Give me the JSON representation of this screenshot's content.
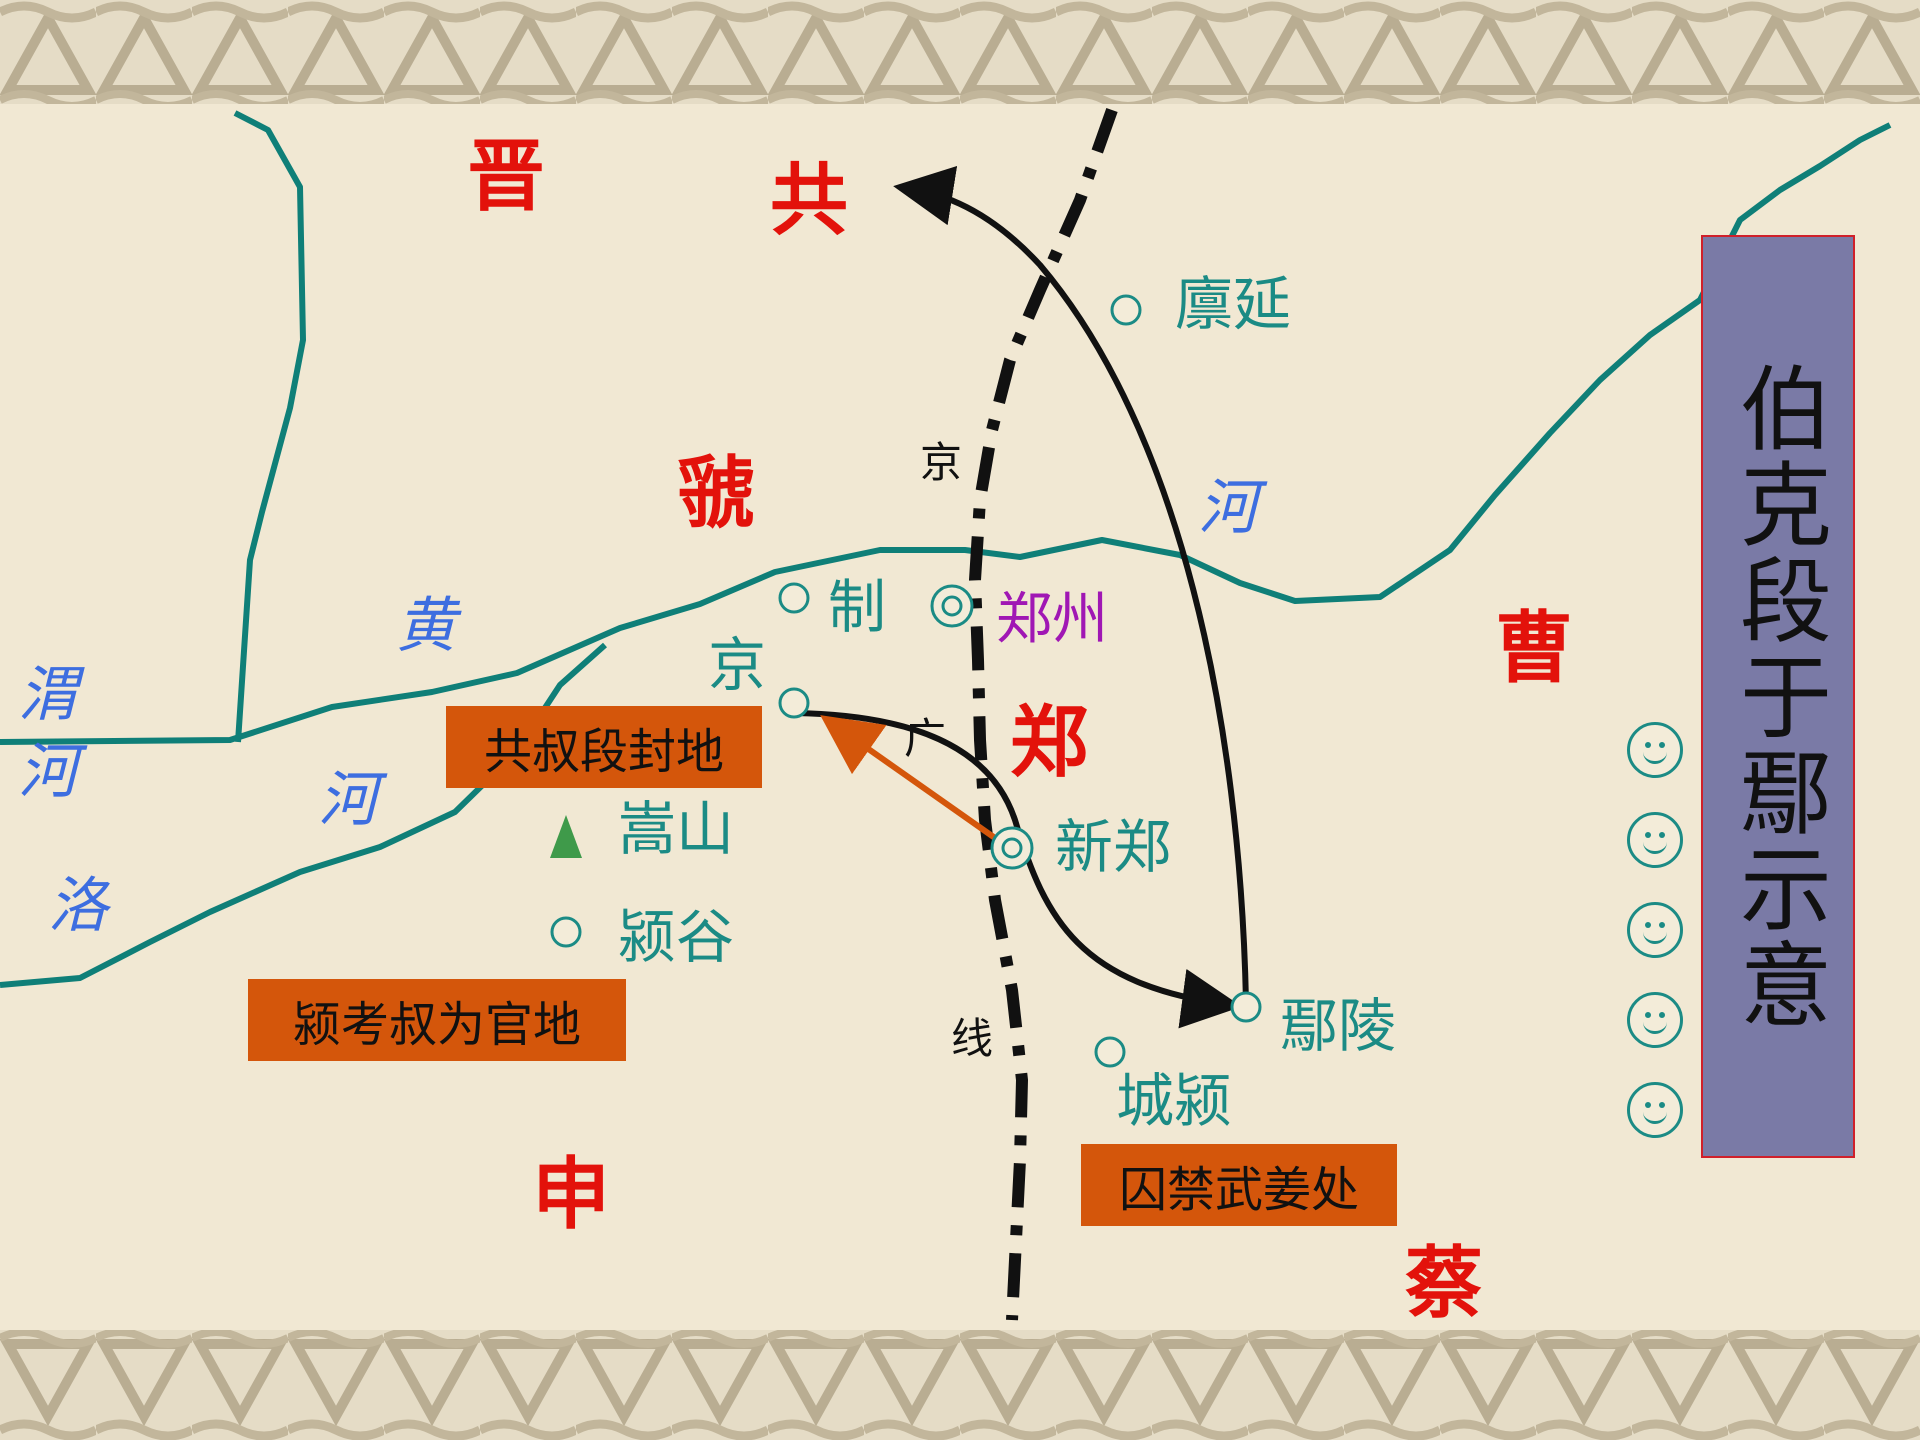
{
  "title": "伯克段于鄢示意",
  "states": {
    "jin": "晋",
    "gong": "共",
    "guo": "虢",
    "zheng": "郑",
    "cao": "曹",
    "shen": "申",
    "cai": "蔡"
  },
  "cities": {
    "linyan": "廪延",
    "zhi": "制",
    "zhengzhou": "郑州",
    "jing": "京",
    "xinzheng": "新郑",
    "songshan": "嵩山",
    "yinggu": "颍谷",
    "yanling": "鄢陵",
    "chengying": "城颍"
  },
  "rivers": {
    "he": "河",
    "huang": "黄",
    "he2": "河",
    "wei": "渭",
    "wei_he": "河",
    "luo": "洛"
  },
  "line_labels": {
    "jing": "京",
    "guang": "广",
    "xian": "线"
  },
  "notes": {
    "fengdi": "共叔段封地",
    "yingkao": "颍考叔为官地",
    "qinjin": "囚禁武姜处"
  },
  "colors": {
    "state": "#e3120b",
    "city": "#1b8b85",
    "river_line": "#0f7f78",
    "river_text": "#3d6ee0",
    "note_box": "#d4560b",
    "title_panel": "#7a7aa6",
    "arrow": "#111111",
    "arrow_orange": "#d4560b"
  },
  "smileys": 5
}
